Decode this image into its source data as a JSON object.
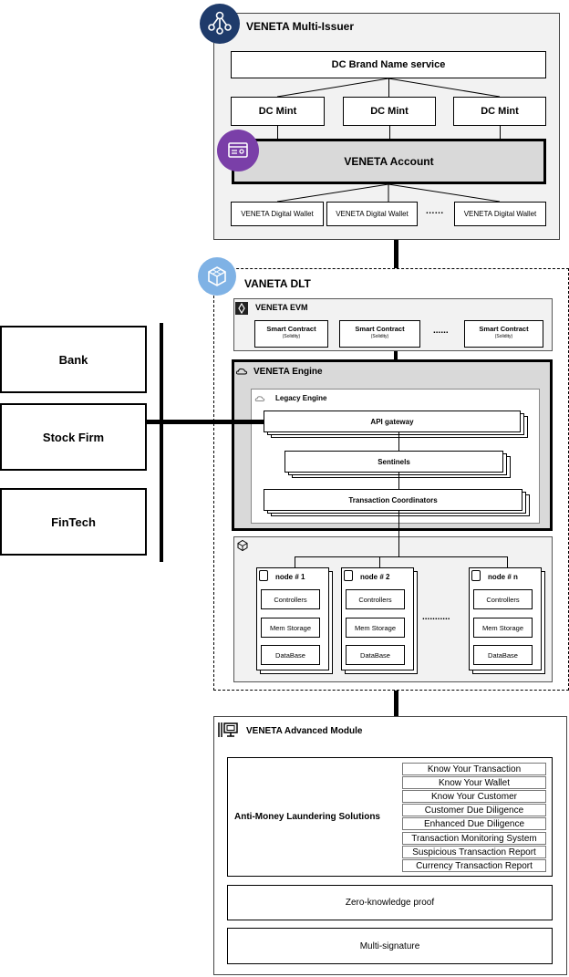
{
  "multi_issuer": {
    "title": "VENETA Multi-Issuer",
    "brand_service": "DC Brand Name service",
    "mints": [
      "DC Mint",
      "DC Mint",
      "DC Mint"
    ],
    "account": "VENETA Account",
    "wallets": [
      "VENETA Digital Wallet",
      "VENETA Digital Wallet",
      "VENETA Digital Wallet"
    ],
    "ellipsis": "......"
  },
  "dlt": {
    "title": "VANETA DLT",
    "evm": {
      "title": "VENETA EVM",
      "contracts": [
        {
          "label": "Smart Contract",
          "sub": "(Solidity)"
        },
        {
          "label": "Smart Contract",
          "sub": "(Solidity)"
        },
        {
          "label": "Smart Contract",
          "sub": "(Solidity)"
        }
      ],
      "ellipsis": "......"
    },
    "engine": {
      "title": "VENETA Engine",
      "legacy_title": "Legacy Engine",
      "api_gateway": "API gateway",
      "sentinels": "Sentinels",
      "coordinators": "Transaction Coordinators"
    },
    "nodes": [
      {
        "name": "node # 1",
        "items": [
          "Controllers",
          "Mem Storage",
          "DataBase"
        ]
      },
      {
        "name": "node # 2",
        "items": [
          "Controllers",
          "Mem Storage",
          "DataBase"
        ]
      },
      {
        "name": "node # n",
        "items": [
          "Controllers",
          "Mem Storage",
          "DataBase"
        ]
      }
    ],
    "nodes_ellipsis": "..........."
  },
  "institutions": [
    "Bank",
    "Stock Firm",
    "FinTech"
  ],
  "advanced": {
    "title": "VENETA Advanced Module",
    "aml_title": "Anti-Money Laundering Solutions",
    "aml_items": [
      "Know Your Transaction",
      "Know Your Wallet",
      "Know Your Customer",
      "Customer Due Diligence",
      "Enhanced Due Diligence",
      "Transaction Monitoring System",
      "Suspicious Transaction Report",
      "Currency Transaction Report"
    ],
    "zkp": "Zero-knowledge proof",
    "multisig": "Multi-signature"
  },
  "colors": {
    "issuer_badge": "#1f3b6b",
    "account_badge": "#7a3fa8",
    "dlt_badge": "#7fb2e5",
    "panel_gray": "#f2f2f2",
    "account_gray": "#d9d9d9"
  },
  "icons": {
    "issuer": "network-tree-icon",
    "account": "id-card-icon",
    "dlt": "cube-network-icon",
    "evm": "ethereum-icon",
    "engine": "cloud-icon",
    "legacy": "cloud-icon",
    "nodes": "cube-network-icon",
    "node": "server-icon",
    "advanced": "module-icon"
  }
}
